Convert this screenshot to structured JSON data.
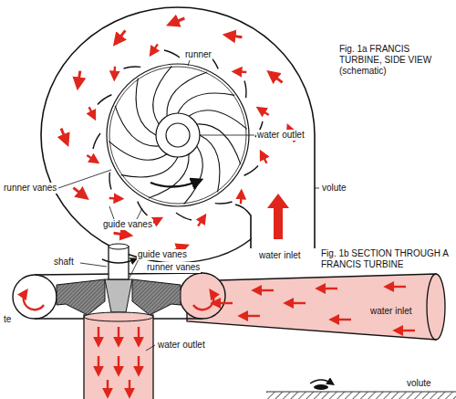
{
  "diagram": {
    "labels": [
      "Fig. 1a FRANCIS TURBINE, SIDE VIEW (schematic)",
      "runner",
      "water outlet",
      "volute",
      "runner vanes",
      "guide vanes",
      "water inlet",
      "shaft",
      "guide vanes",
      "runner vanes",
      "Fig. 1b SECTION THROUGH A FRANCIS TURBINE",
      "water inlet",
      "water outlet",
      "te",
      "volute"
    ]
  }
}
